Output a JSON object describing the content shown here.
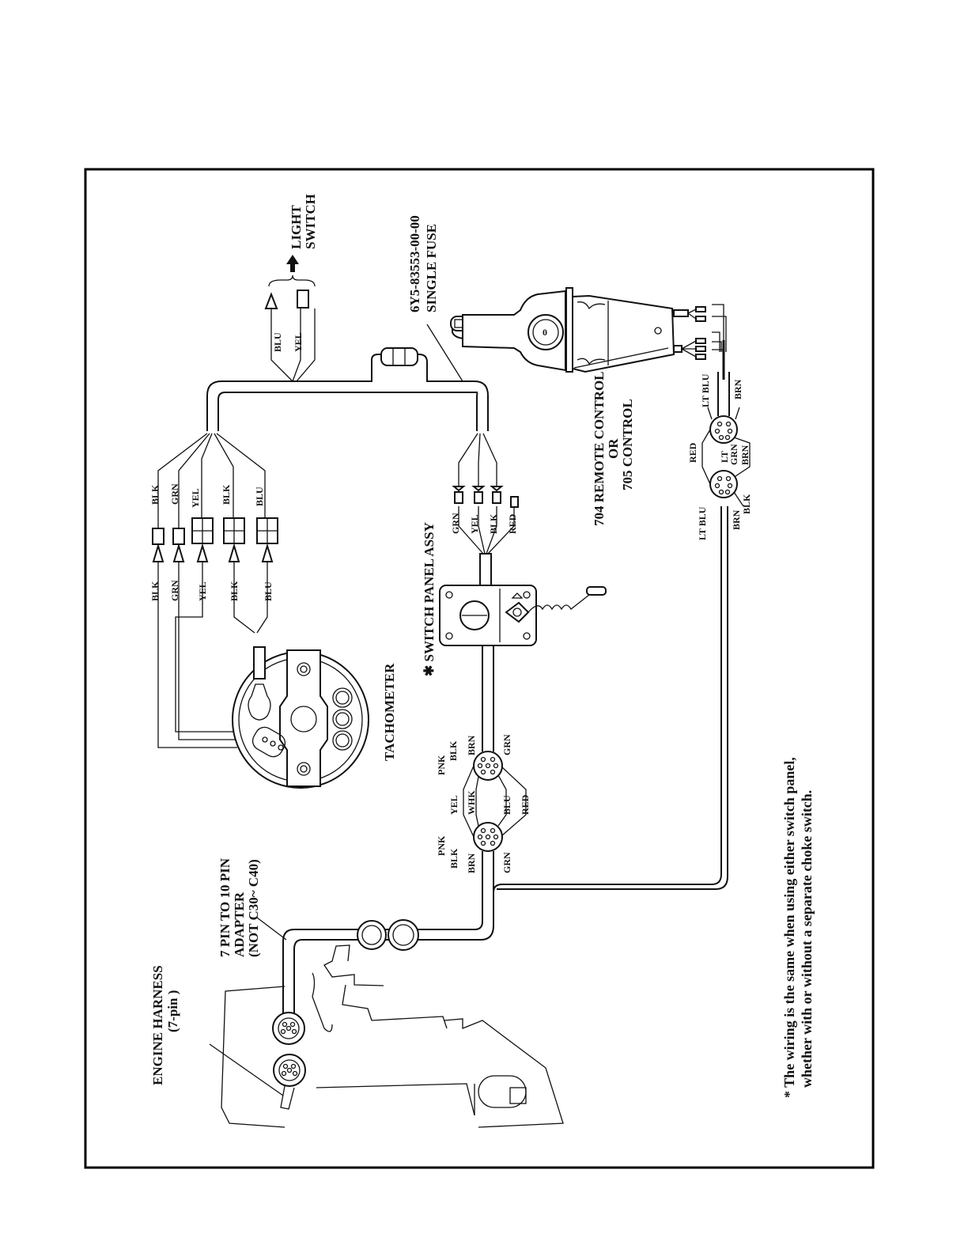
{
  "page": {
    "kind": "wiring-diagram",
    "orientation": "rotated 90 degrees counterclockwise"
  },
  "labels": {
    "light_switch": [
      "LIGHT",
      "SWITCH"
    ],
    "fuse": [
      "6Y5-83553-00-00",
      "SINGLE FUSE"
    ],
    "remote_control": [
      "704 REMOTE CONTROL",
      "OR",
      "705 CONTROL"
    ],
    "switch_panel": "SWITCH PANEL ASSY",
    "switch_panel_mark": "✱",
    "tachometer": "TACHOMETER",
    "adapter": [
      "7 PIN TO 10 PIN",
      "ADAPTER",
      "(NOT C30~ C40)"
    ],
    "engine_harness": [
      "ENGINE HARNESS",
      "(7-pin )"
    ],
    "footnote": [
      "* The wiring is the same when using either switch panel,",
      "whether with or without a separate choke switch."
    ]
  },
  "wires": {
    "light_switch_leads": [
      "BLU",
      "YEL"
    ],
    "tach_upper": [
      "BLK",
      "GRN",
      "YEL",
      "BLK",
      "BLU"
    ],
    "tach_lower": [
      "BLK",
      "GRN",
      "YEL",
      "BLK",
      "BLU"
    ],
    "switch_panel_leads": [
      "GRN",
      "YEL",
      "BLK",
      "RED"
    ],
    "ten_pin_upper_left": [
      "PNK",
      "BLK"
    ],
    "ten_pin_upper_right": [
      "BRN",
      "GRN"
    ],
    "ten_pin_middle": [
      "YEL",
      "WHK",
      "BLU",
      "RED"
    ],
    "ten_pin_lower_left": [
      "PNK",
      "BLK",
      "BRN"
    ],
    "ten_pin_lower_right": "GRN",
    "remote_upper": [
      "LT BLU",
      "BRN"
    ],
    "remote_middle": [
      "RED",
      "LT",
      "GRN",
      "BRN"
    ],
    "remote_lower": [
      "LT BLU",
      "BRN",
      "BLK"
    ]
  }
}
